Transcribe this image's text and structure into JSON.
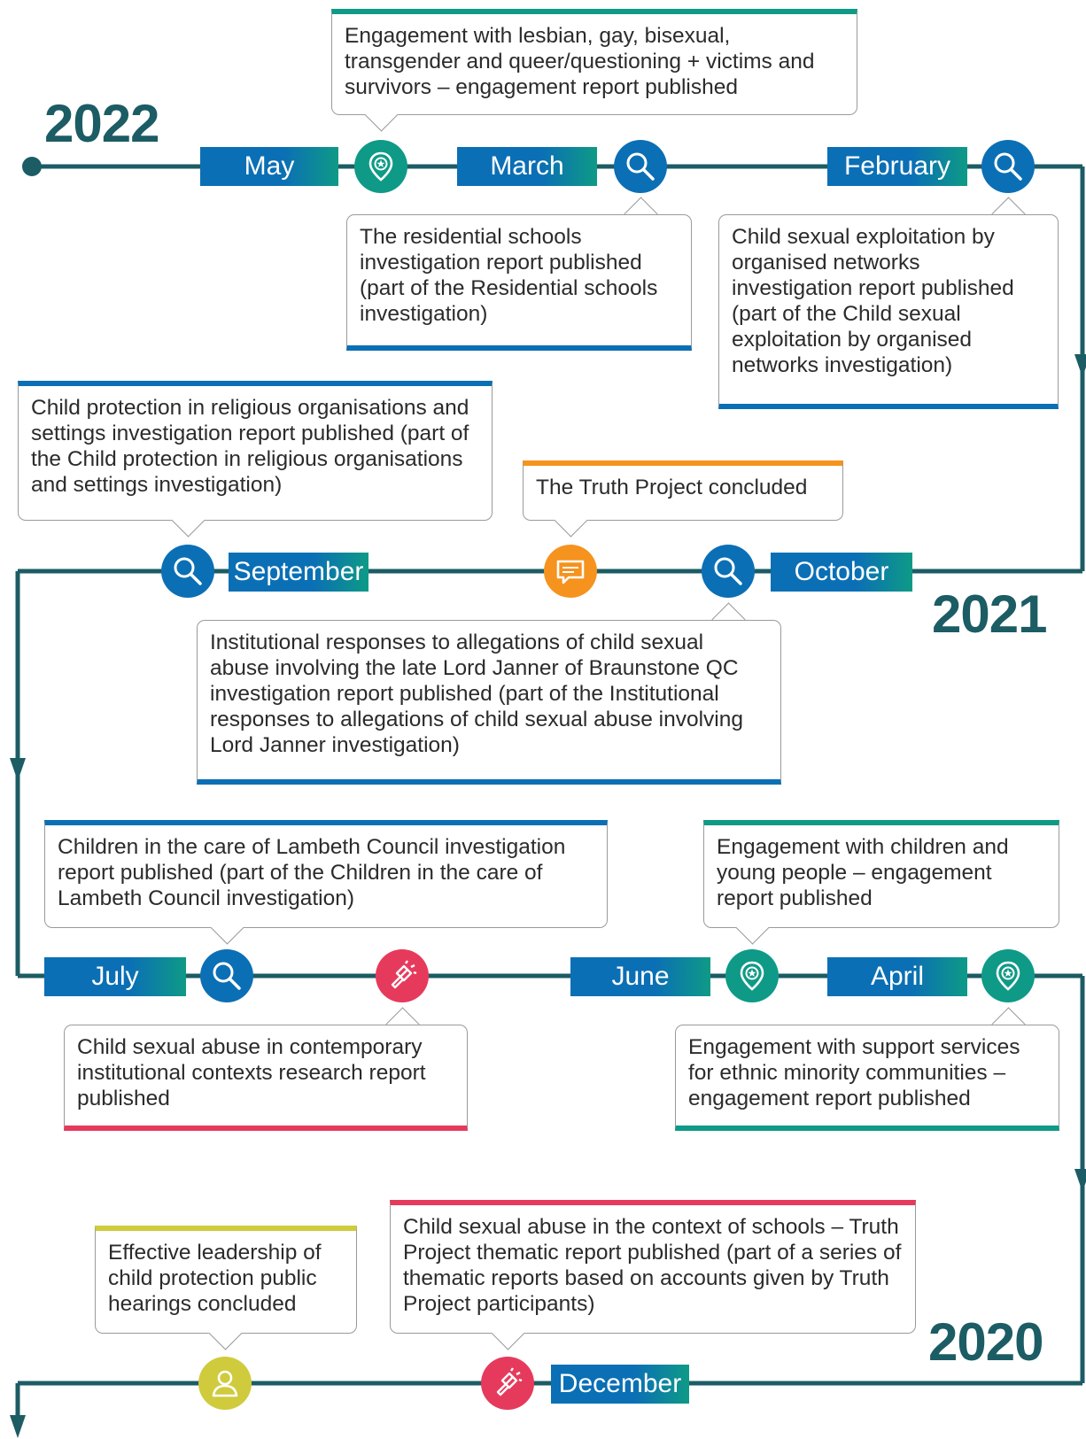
{
  "years": {
    "y2022": "2022",
    "y2021": "2021",
    "y2020": "2020"
  },
  "months": {
    "may": "May",
    "march": "March",
    "february": "February",
    "september": "September",
    "october": "October",
    "july": "July",
    "june": "June",
    "april": "April",
    "december": "December"
  },
  "events": {
    "lgbtq": "Engagement with lesbian, gay, bisexual, transgender and queer/questioning + victims and survivors – engagement report published",
    "residential": "The residential schools investigation report published (part of the Residential schools investigation)",
    "cse_networks": "Child sexual exploitation by organised networks investigation report published (part of the Child sexual exploitation by organised networks investigation)",
    "religious": "Child protection in religious organisations and settings investigation report published (part of the Child protection in religious organisations and settings investigation)",
    "truth_project": "The Truth Project concluded",
    "janner": "Institutional responses to allegations of child sexual abuse involving the late Lord Janner of Braunstone QC investigation report published (part of the Institutional responses to allegations of child sexual abuse involving Lord Janner investigation)",
    "lambeth": "Children in the care of Lambeth Council investigation report published (part of the Children in the care of Lambeth Council investigation)",
    "children_young": "Engagement with children and young people – engagement report published",
    "contemporary": "Child sexual abuse in contemporary institutional contexts research report published",
    "ethnic": "Engagement with support services for ethnic minority communities – engagement report published",
    "schools": "Child sexual abuse in the context of schools – Truth Project thematic report published (part of a series of thematic reports based on accounts given by Truth Project participants)",
    "leadership": "Effective leadership of child protection public hearings concluded"
  },
  "colors": {
    "line": "#1c5c64",
    "investigation": "#0b6fb5",
    "engagement": "#0e9a86",
    "research": "#e63a5c",
    "truth": "#f5931e",
    "hearing": "#cfcb3d"
  },
  "icons": {
    "investigation": "magnifier-icon",
    "engagement": "location-pin-icon",
    "research": "flashlight-icon",
    "truth": "speech-bubble-icon",
    "hearing": "person-icon"
  }
}
